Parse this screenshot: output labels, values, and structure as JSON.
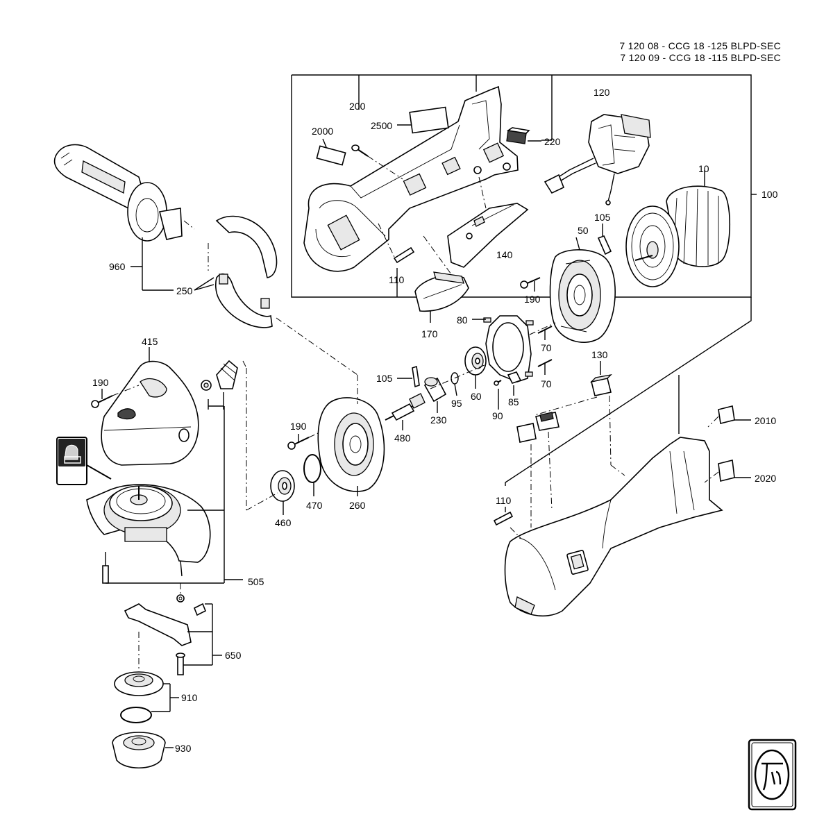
{
  "header": {
    "line1": "7 120 08 - CCG 18 -125 BLPD-SEC",
    "line2": "7 120 09 - CCG 18 -115 BLPD-SEC"
  },
  "labels": {
    "p10": "10",
    "p50": "50",
    "p60": "60",
    "p70a": "70",
    "p70b": "70",
    "p80": "80",
    "p85": "85",
    "p90": "90",
    "p95": "95",
    "p100": "100",
    "p105a": "105",
    "p105b": "105",
    "p110a": "110",
    "p110b": "110",
    "p120": "120",
    "p130": "130",
    "p140": "140",
    "p170": "170",
    "p190a": "190",
    "p190b": "190",
    "p190c": "190",
    "p200": "200",
    "p220": "220",
    "p230": "230",
    "p250": "250",
    "p260": "260",
    "p415": "415",
    "p460": "460",
    "p470": "470",
    "p480": "480",
    "p505": "505",
    "p650": "650",
    "p910": "910",
    "p930": "930",
    "p960": "960",
    "p2000": "2000",
    "p2010": "2010",
    "p2020": "2020",
    "p2500": "2500"
  },
  "icons": {
    "brand_logo": "fein-logo",
    "safety_symbol": "protective-gloves-icon"
  }
}
